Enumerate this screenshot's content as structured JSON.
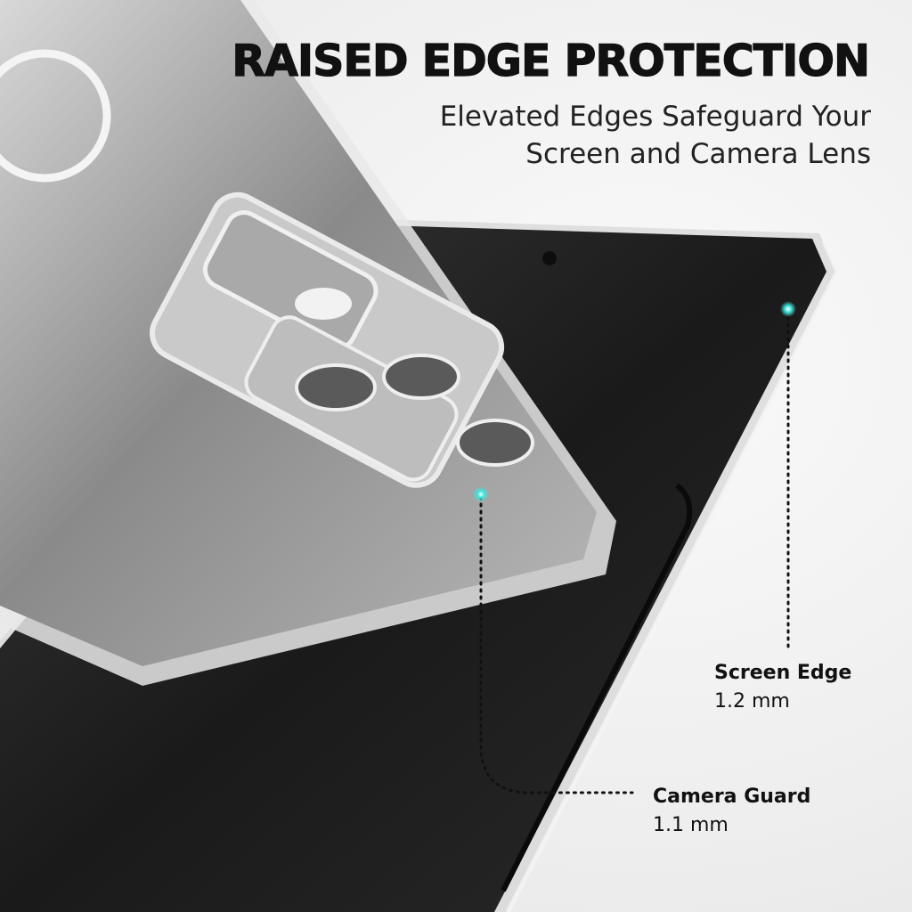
{
  "headline": {
    "title": "RAISED EDGE PROTECTION",
    "subtitle_line1": "Elevated Edges Safeguard Your",
    "subtitle_line2": "Screen and Camera Lens"
  },
  "callouts": [
    {
      "name": "Screen Edge",
      "value": "1.2 mm"
    },
    {
      "name": "Camera Guard",
      "value": "1.1 mm"
    }
  ],
  "colors": {
    "accent_glow": "#3ee6e0",
    "text": "#111111",
    "background": "#eeeeee"
  }
}
